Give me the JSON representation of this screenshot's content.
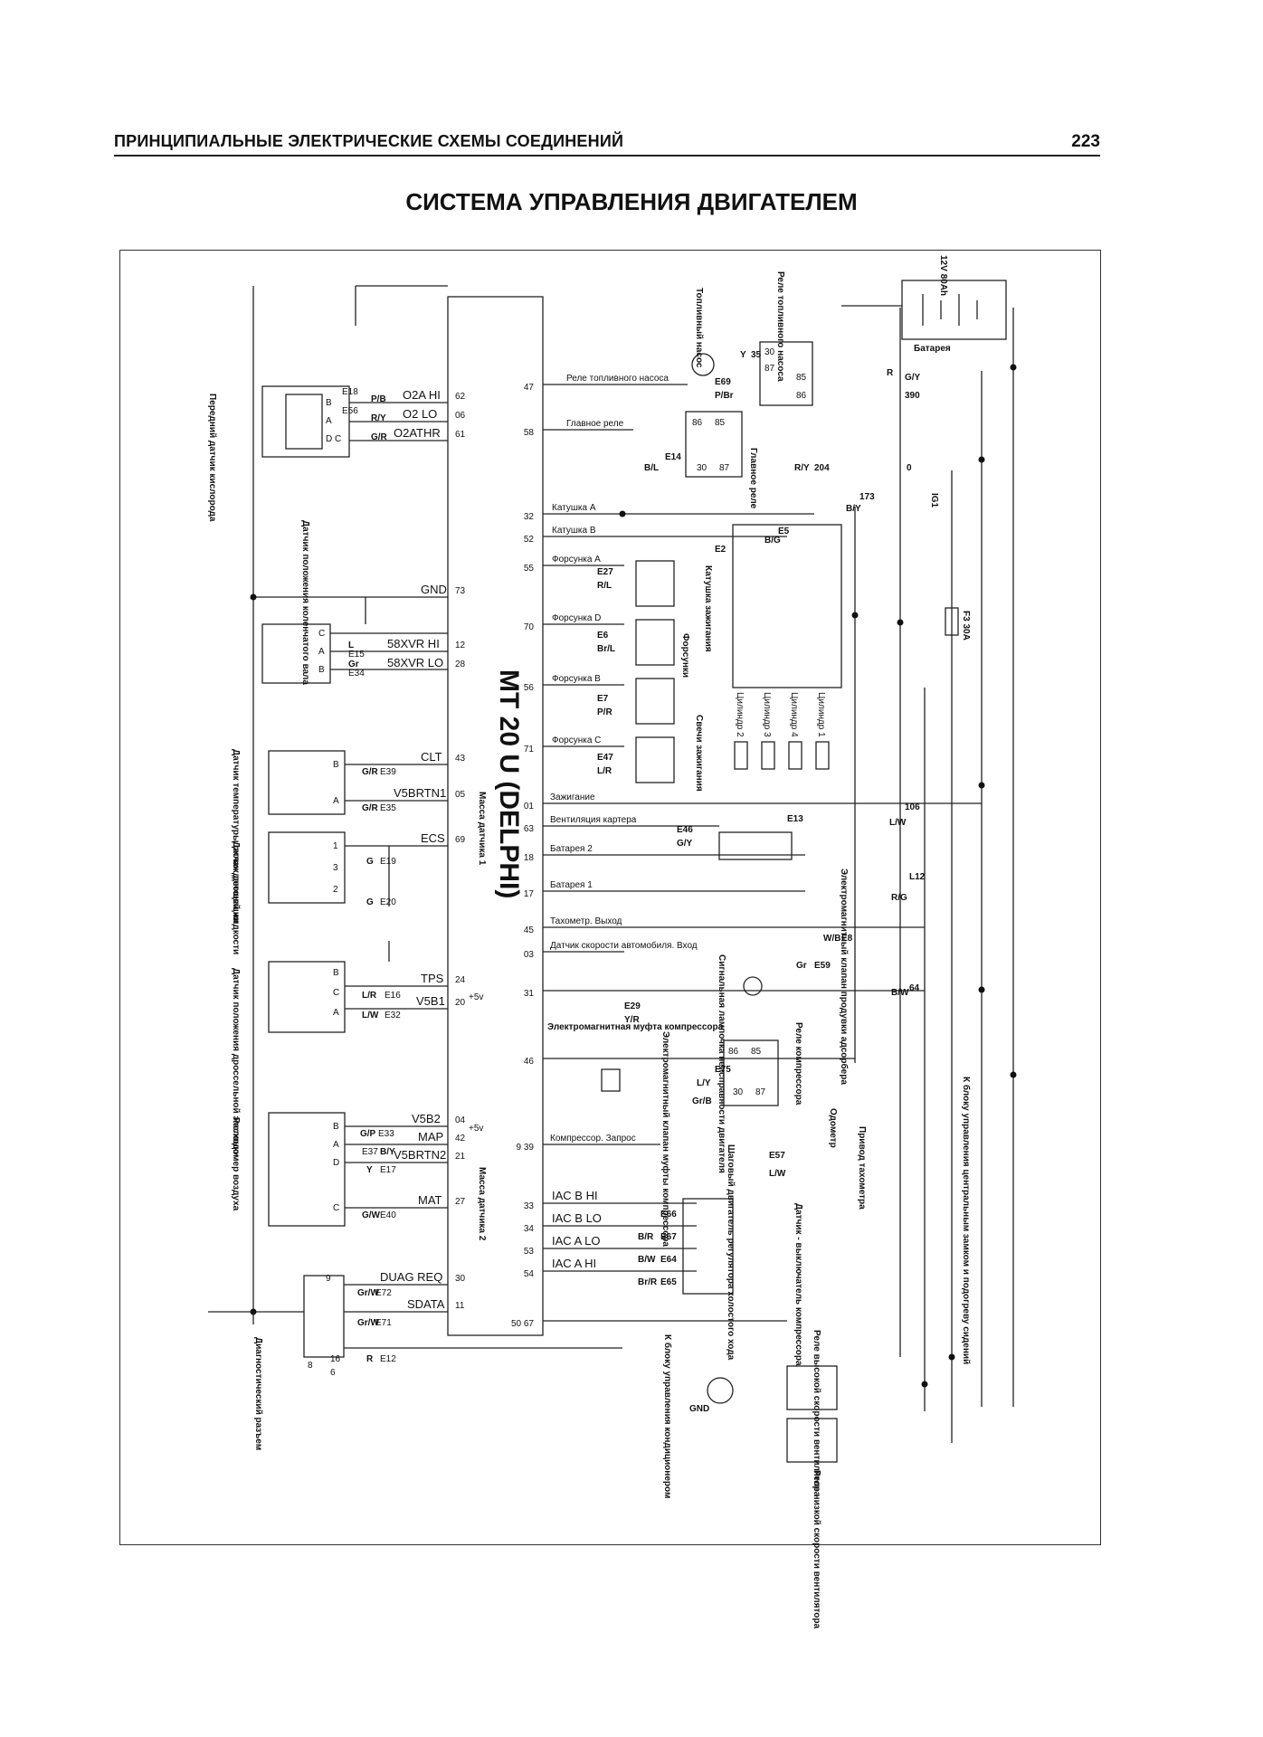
{
  "header": {
    "section_title": "ПРИНЦИПИАЛЬНЫЕ ЭЛЕКТРИЧЕСКИЕ СХЕМЫ СОЕДИНЕНИЙ",
    "page_number": "223"
  },
  "title": "СИСТЕМА УПРАВЛЕНИЯ ДВИГАТЕЛЕМ",
  "ecu": {
    "label": "MT 20 U (DELPHI)",
    "ground1": "Масса датчика 1",
    "ground2": "Масса датчика 2"
  },
  "sensors": {
    "o2": {
      "name": "Передний датчик кислорода",
      "pins": [
        "B",
        "A",
        "D",
        "C"
      ],
      "signals": [
        "O2A HI",
        "O2 LO",
        "O2ATHR"
      ],
      "wires": [
        "P/B",
        "R/Y",
        "G/R"
      ],
      "connectors": [
        "E18",
        "E56"
      ],
      "ecu_pins": [
        "62",
        "06",
        "61"
      ]
    },
    "crank": {
      "name": "Датчик положения коленчатого вала",
      "pins": [
        "C",
        "A",
        "B"
      ],
      "signals": [
        "GND",
        "58XVR HI",
        "58XVR LO"
      ],
      "wires": [
        "L",
        "Gr"
      ],
      "connectors": [
        "E15",
        "E34"
      ],
      "ecu_pins": [
        "73",
        "12",
        "28"
      ]
    },
    "coolant": {
      "name": "Датчик температуры охлаждающей жидкости",
      "pins": [
        "B",
        "A"
      ],
      "signals": [
        "CLT",
        "V5BRTN1"
      ],
      "wires": [
        "G/R",
        "G/R"
      ],
      "connectors": [
        "E39",
        "E35"
      ],
      "ecu_pins": [
        "43",
        "05"
      ]
    },
    "knock": {
      "name": "Датчик детонации",
      "pins": [
        "1",
        "3",
        "2"
      ],
      "signals": [
        "ECS"
      ],
      "wires": [
        "G",
        "G"
      ],
      "connectors": [
        "E19",
        "E20"
      ],
      "ecu_pins": [
        "69"
      ]
    },
    "tps": {
      "name": "Датчик положения дроссельной заслонки",
      "pins": [
        "B",
        "C",
        "A"
      ],
      "signals": [
        "TPS",
        "V5B1"
      ],
      "wires": [
        "L/R",
        "L/W"
      ],
      "connectors": [
        "E16",
        "E32"
      ],
      "ecu_pins": [
        "24",
        "20"
      ],
      "supply": "+5v"
    },
    "maf": {
      "name": "Расходомер воздуха",
      "pins": [
        "B",
        "A",
        "D",
        "C"
      ],
      "signals": [
        "V5B2",
        "MAP",
        "V5BRTN2",
        "MAT"
      ],
      "wires": [
        "G/P",
        "B/Y",
        "Y",
        "G/W"
      ],
      "connectors": [
        "E33",
        "E37",
        "E17",
        "E40"
      ],
      "ecu_pins": [
        "04",
        "42",
        "21",
        "27"
      ],
      "supply": "+5v"
    },
    "diag": {
      "name": "Диагностический разъем",
      "signals": [
        "DUAG REQ",
        "SDATA"
      ],
      "wires": [
        "Gr/W",
        "Gr/W",
        "R"
      ],
      "connectors": [
        "E72",
        "E71",
        "E12"
      ],
      "ecu_pins": [
        "30",
        "11"
      ],
      "pins": [
        "9",
        "8",
        "16",
        "6"
      ]
    }
  },
  "outputs": [
    {
      "pin": "47",
      "label": "Реле топливного насоса"
    },
    {
      "pin": "58",
      "label": "Главное реле"
    },
    {
      "pin": "32",
      "label": "Катушка А"
    },
    {
      "pin": "52",
      "label": "Катушка В"
    },
    {
      "pin": "55",
      "label": "Форсунка А"
    },
    {
      "pin": "70",
      "label": "Форсунка D"
    },
    {
      "pin": "56",
      "label": "Форсунка В"
    },
    {
      "pin": "71",
      "label": "Форсунка С"
    },
    {
      "pin": "01",
      "label": "Зажигание"
    },
    {
      "pin": "63",
      "label": "Вентиляция картера"
    },
    {
      "pin": "18",
      "label": "Батарея 2"
    },
    {
      "pin": "17",
      "label": "Батарея 1"
    },
    {
      "pin": "45",
      "label": "Тахометр. Выход"
    },
    {
      "pin": "03",
      "label": "Датчик скорости автомобиля. Вход"
    },
    {
      "pin": "31",
      "label": ""
    },
    {
      "pin": "46",
      "label": ""
    },
    {
      "pin": "9 39",
      "label": "Компрессор. Запрос"
    },
    {
      "pin": "33",
      "label": "IAC B HI"
    },
    {
      "pin": "34",
      "label": "IAC B LO"
    },
    {
      "pin": "53",
      "label": "IAC A LO"
    },
    {
      "pin": "54",
      "label": "IAC A HI"
    },
    {
      "pin": "50 67",
      "label": ""
    }
  ],
  "components": {
    "fuel_pump": "Топливный насос",
    "fuel_pump_relay": "Реле топливного насоса",
    "battery": "Батарея",
    "battery_rating": "12V 80Ah",
    "main_relay": "Главное реле",
    "ignition_coil": "Катушка зажигания",
    "injectors": "Форсунки",
    "spark_plugs": "Свечи зажигания",
    "cylinders": [
      "Цилиндр 1",
      "Цилиндр 4",
      "Цилиндр 3",
      "Цилиндр 2"
    ],
    "canister_valve": "Электромагнитный клапан продувки адсорбера",
    "check_engine": "Сигнальная лампочка неисправности двигателя",
    "ac_relay": "Реле компрессора",
    "ac_clutch": "Электромагнитная муфта компрессора",
    "ac_clutch_valve": "Электромагнитный клапан муфты компрессора",
    "iac": "Шаговый двигатель регулятора холостого хода",
    "speed_sensor": "Датчик - выключатель компрессора",
    "fan_high_relay": "Реле высокой скорости вентилятора",
    "fan_low_relay": "Реле низкой скорости вентилятора",
    "odometer": "Одометр",
    "tacho_drive": "Привод тахометра",
    "to_central_lock": "К блоку управления центральным замком и подогреву сидений",
    "to_ac_unit": "К блоку управления кондиционером",
    "ig1": "IG1",
    "fuse_f3": "F3 30A",
    "ground_label": "GND"
  },
  "relay_pins": {
    "fuel_relay": [
      "30",
      "87",
      "85",
      "86"
    ],
    "main_relay": [
      "85",
      "86",
      "30",
      "87"
    ],
    "ac_relay": [
      "85",
      "86",
      "30",
      "87"
    ]
  },
  "wire_codes": [
    "R",
    "G/Y",
    "390",
    "0",
    "204",
    "R/Y",
    "173",
    "B/Y",
    "106",
    "L/W",
    "L12",
    "R/G",
    "B/W",
    "64",
    "W/B",
    "E8",
    "E59",
    "Gr",
    "L/Y",
    "Gr/B",
    "E57",
    "L/W",
    "P/Br",
    "E69",
    "35",
    "Y",
    "B/L",
    "E14",
    "B/G",
    "E5",
    "E2",
    "R/L",
    "E27",
    "Br/L",
    "E6",
    "P/R",
    "E7",
    "L/R",
    "E47",
    "G/Y",
    "E46",
    "E13",
    "E29",
    "Y/R",
    "E75",
    "E66",
    "E67",
    "E64",
    "E65",
    "B/R",
    "B/W",
    "Br/R"
  ]
}
